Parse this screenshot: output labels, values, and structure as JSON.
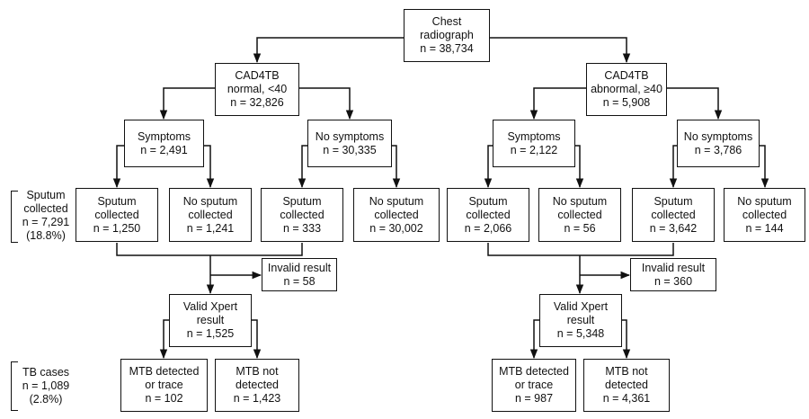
{
  "root": {
    "line1": "Chest",
    "line2": "radiograph",
    "line3": "n = 38,734"
  },
  "left": {
    "head": {
      "line1": "CAD4TB",
      "line2": "normal, <40",
      "line3": "n = 32,826"
    },
    "symptoms": {
      "line1": "Symptoms",
      "line2": "n = 2,491"
    },
    "no_symptoms": {
      "line1": "No symptoms",
      "line2": "n = 30,335"
    },
    "sym_sputum": {
      "line1": "Sputum",
      "line2": "collected",
      "line3": "n = 1,250"
    },
    "sym_no_sputum": {
      "line1": "No sputum",
      "line2": "collected",
      "line3": "n = 1,241"
    },
    "nosym_sputum": {
      "line1": "Sputum",
      "line2": "collected",
      "line3": "n = 333"
    },
    "nosym_no_sputum": {
      "line1": "No sputum",
      "line2": "collected",
      "line3": "n = 30,002"
    },
    "invalid": {
      "line1": "Invalid result",
      "line2": "n = 58"
    },
    "valid": {
      "line1": "Valid Xpert",
      "line2": "result",
      "line3": "n = 1,525"
    },
    "mtb_detected": {
      "line1": "MTB detected",
      "line2": "or trace",
      "line3": "n = 102"
    },
    "mtb_not": {
      "line1": "MTB not",
      "line2": "detected",
      "line3": "n = 1,423"
    }
  },
  "right": {
    "head": {
      "line1": "CAD4TB",
      "line2": "abnormal, ≥40",
      "line3": "n = 5,908"
    },
    "symptoms": {
      "line1": "Symptoms",
      "line2": "n = 2,122"
    },
    "no_symptoms": {
      "line1": "No symptoms",
      "line2": "n = 3,786"
    },
    "sym_sputum": {
      "line1": "Sputum",
      "line2": "collected",
      "line3": "n = 2,066"
    },
    "sym_no_sputum": {
      "line1": "No sputum",
      "line2": "collected",
      "line3": "n = 56"
    },
    "nosym_sputum": {
      "line1": "Sputum",
      "line2": "collected",
      "line3": "n = 3,642"
    },
    "nosym_no_sputum": {
      "line1": "No sputum",
      "line2": "collected",
      "line3": "n = 144"
    },
    "invalid": {
      "line1": "Invalid result",
      "line2": "n = 360"
    },
    "valid": {
      "line1": "Valid Xpert",
      "line2": "result",
      "line3": "n = 5,348"
    },
    "mtb_detected": {
      "line1": "MTB detected",
      "line2": "or trace",
      "line3": "n = 987"
    },
    "mtb_not": {
      "line1": "MTB not",
      "line2": "detected",
      "line3": "n = 4,361"
    }
  },
  "side_labels": {
    "sputum": {
      "line1": "Sputum",
      "line2": "collected",
      "line3": "n = 7,291",
      "line4": "(18.8%)"
    },
    "tb": {
      "line1": "TB cases",
      "line2": "n = 1,089",
      "line3": "(2.8%)"
    }
  }
}
